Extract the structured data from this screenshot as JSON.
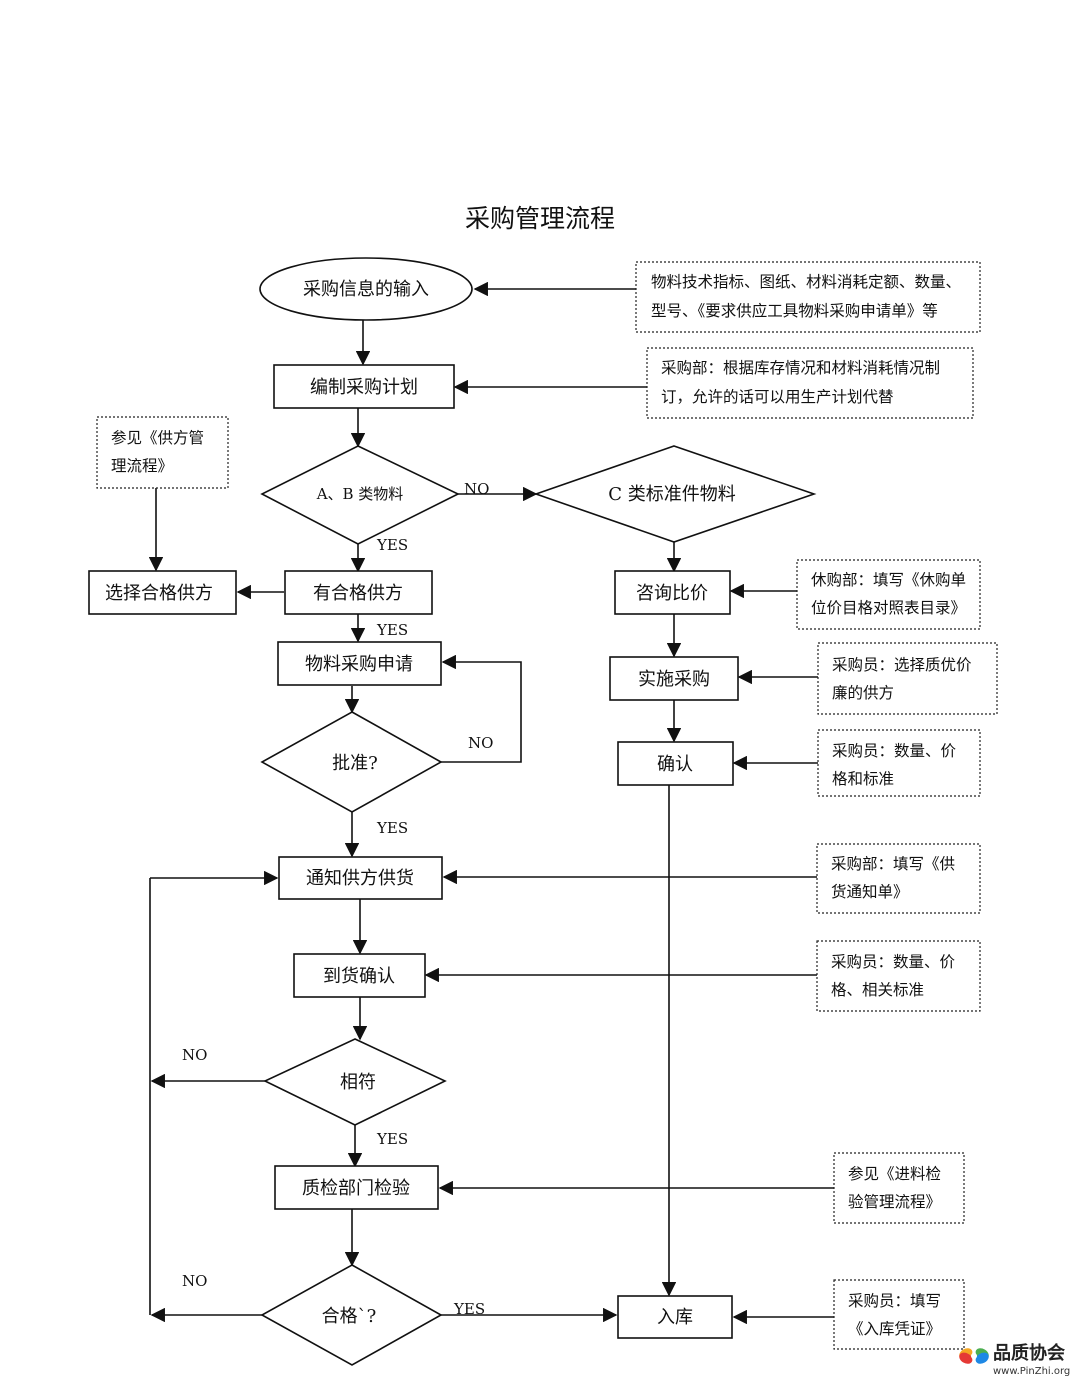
{
  "title": "采购管理流程",
  "nodes": {
    "input": "采购信息的输入",
    "plan": "编制采购计划",
    "ab_class": "A、B 类物料",
    "c_class": "C 类标准件物料",
    "has_supplier": "有合格供方",
    "select_supplier": "选择合格供方",
    "purchase_request": "物料采购申请",
    "approve": "批准?",
    "inquiry": "咨询比价",
    "implement": "实施采购",
    "confirm": "确认",
    "notify": "通知供方供货",
    "arrival": "到货确认",
    "match": "相符",
    "qc": "质检部门检验",
    "qualified": "合格`?",
    "warehouse": "入库"
  },
  "notes": {
    "input_note": [
      "物料技术指标、图纸、材料消耗定额、数量、",
      "型号、《要求供应工具物料采购申请单》等"
    ],
    "plan_note": [
      "采购部：根据库存情况和材料消耗情况制",
      "订，允许的话可以用生产计划代替"
    ],
    "supplier_note": [
      "参见《供方管",
      "理流程》"
    ],
    "inquiry_note": [
      "休购部：填写《休购单",
      "位价目格对照表目录》"
    ],
    "implement_note": [
      "采购员：选择质优价",
      "廉的供方"
    ],
    "confirm_note": [
      "采购员：数量、价",
      "格和标准"
    ],
    "notify_note": [
      "采购部：填写《供",
      "货通知单》"
    ],
    "arrival_note": [
      "采购员：数量、价",
      "格、相关标准"
    ],
    "qc_note": [
      "参见《进料检",
      "验管理流程》"
    ],
    "warehouse_note": [
      "采购员：填写",
      "《入库凭证》"
    ]
  },
  "labels": {
    "no_c": "NO",
    "yes_ab": "YES",
    "yes_supplier": "YES",
    "no_approve": "NO",
    "yes_approve": "YES",
    "no_match": "NO",
    "yes_match": "YES",
    "no_qualified": "NO",
    "yes_qualified": "YES"
  },
  "logo": {
    "name": "品质协会",
    "url": "www.PinZhi.org"
  }
}
